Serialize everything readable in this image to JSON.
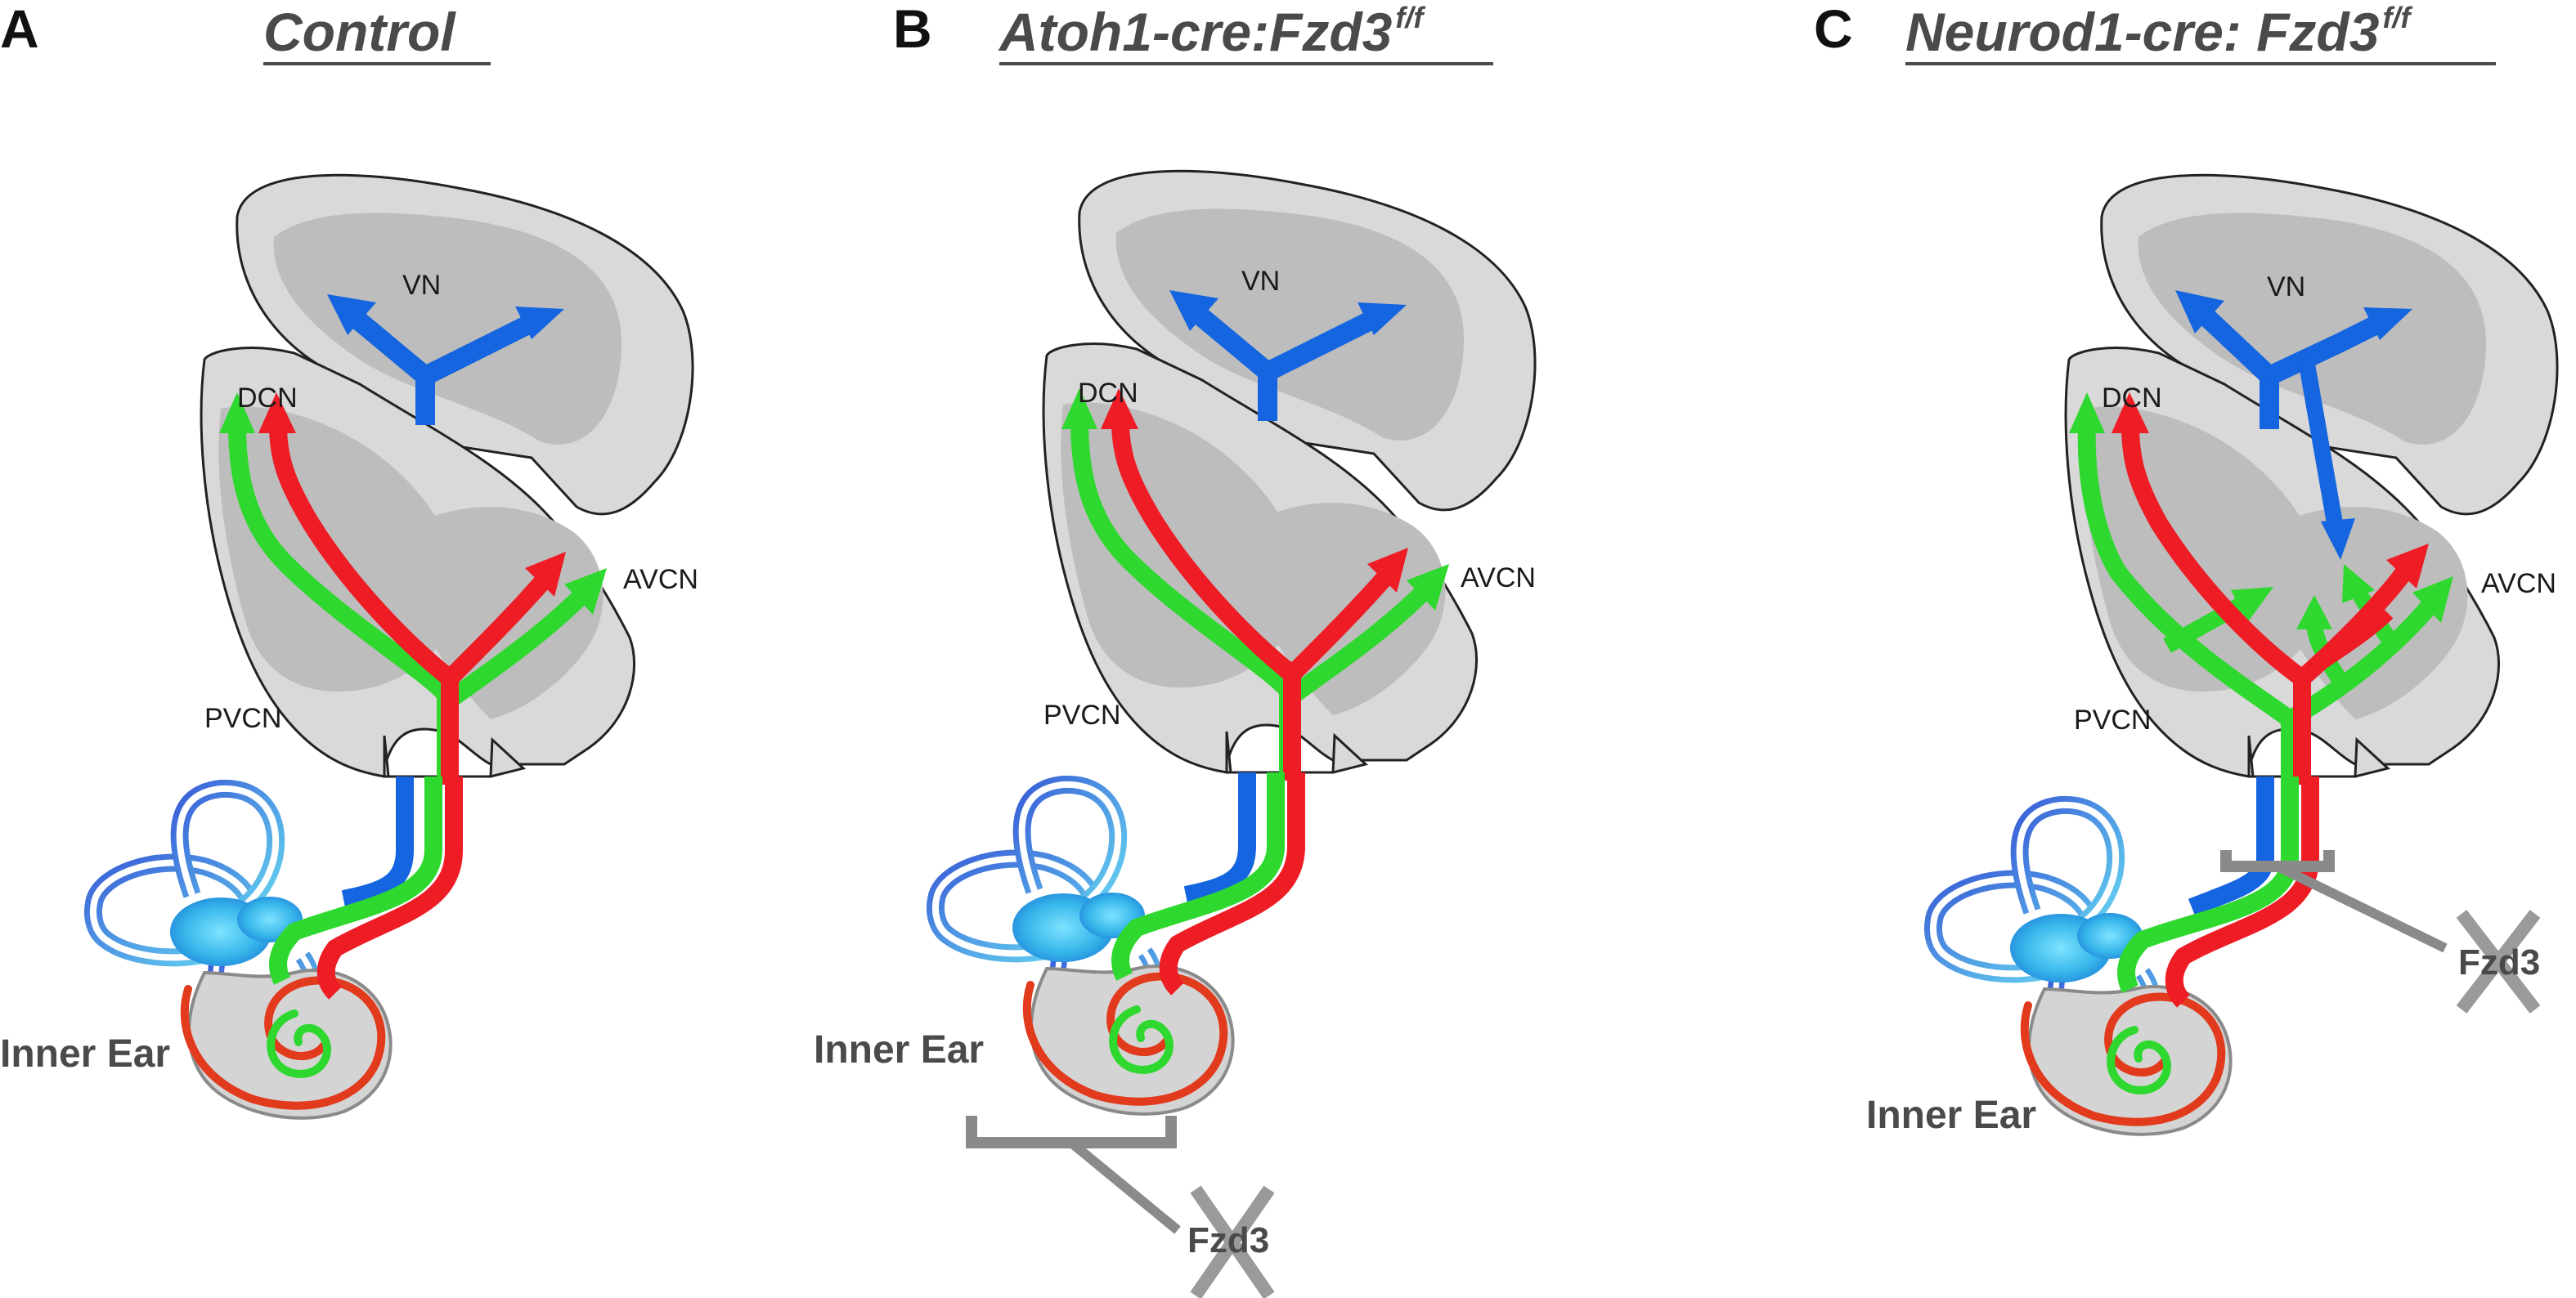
{
  "panels": [
    {
      "letter": "A",
      "title": "Control",
      "title_superscript": "",
      "labels": {
        "vn": "VN",
        "dcn": "DCN",
        "avcn": "AVCN",
        "pvcn": "PVCN",
        "inner_ear": "Inner Ear"
      },
      "knockout_label": ""
    },
    {
      "letter": "B",
      "title": "Atoh1-cre:Fzd3",
      "title_superscript": "f/f",
      "labels": {
        "vn": "VN",
        "dcn": "DCN",
        "avcn": "AVCN",
        "pvcn": "PVCN",
        "inner_ear": "Inner Ear"
      },
      "knockout_label": "Fzd3"
    },
    {
      "letter": "C",
      "title": "Neurod1-cre: Fzd3",
      "title_superscript": "f/f",
      "labels": {
        "vn": "VN",
        "dcn": "DCN",
        "avcn": "AVCN",
        "pvcn": "PVCN",
        "inner_ear": "Inner Ear"
      },
      "knockout_label": "Fzd3"
    }
  ],
  "colors": {
    "vestibular_projection": "#1565e0",
    "apical_cochlear_projection": "#2fd82f",
    "basal_cochlear_projection": "#ee1c25",
    "nucleus_fill": "#c8c8c8",
    "knockout_mark": "#8a8a8a"
  }
}
